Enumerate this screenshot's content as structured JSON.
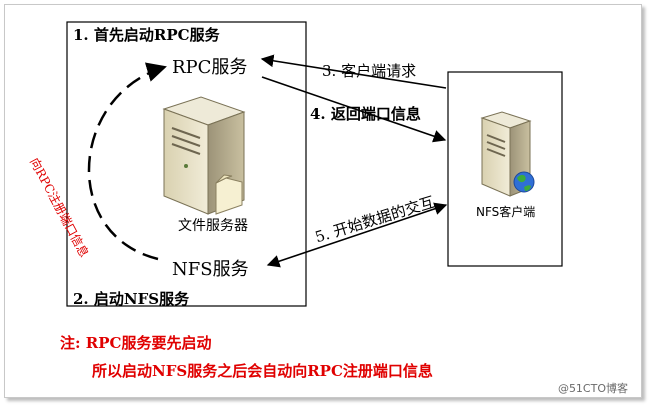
{
  "server_box": {
    "step1_label": "1. 首先启动RPC服务",
    "step2_label": "2. 启动NFS服务",
    "rpc_service": "RPC服务",
    "nfs_service": "NFS服务",
    "file_server": "文件服务器",
    "register_note": "向RPC注册端口信息"
  },
  "client_box": {
    "client_label": "NFS客户端"
  },
  "arrows": {
    "step3": "3. 客户端请求",
    "step4": "4. 返回端口信息",
    "step5": "5. 开始数据的交互"
  },
  "notes": {
    "line1": "注:  RPC服务要先启动",
    "line2": "所以启动NFS服务之后会自动向RPC注册端口信息"
  },
  "watermark": "@51CTO博客",
  "colors": {
    "note_red": "#e00000",
    "server_body": "#e3dcc0",
    "globe_blue": "#2f6fd6",
    "globe_green": "#3cab3c"
  }
}
